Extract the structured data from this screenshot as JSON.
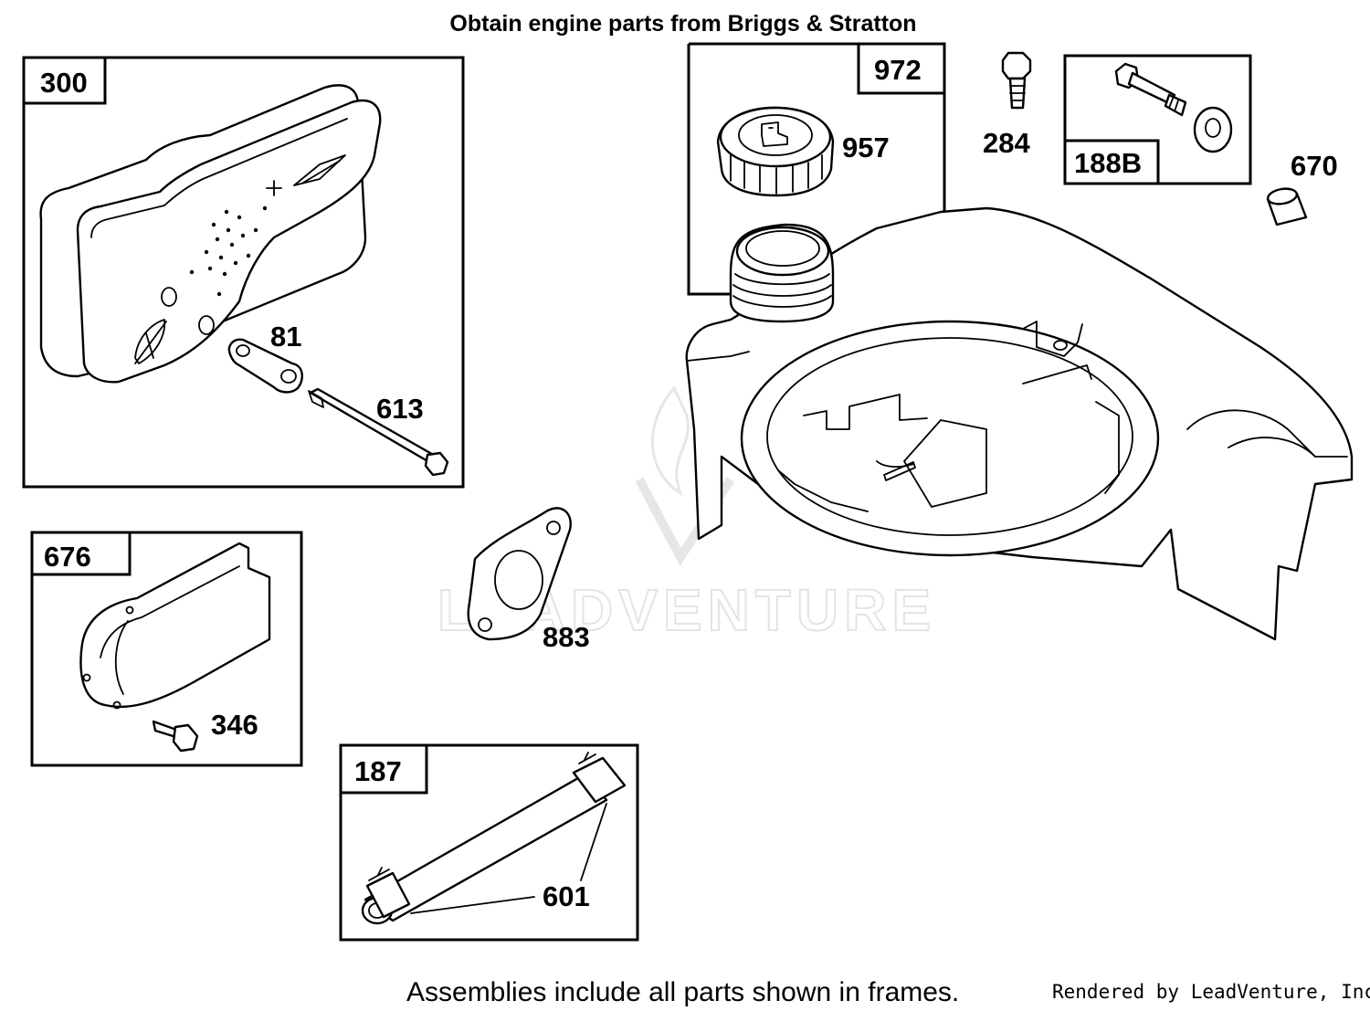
{
  "header": {
    "title": "Obtain engine parts from Briggs & Stratton"
  },
  "footer": {
    "note": "Assemblies include all parts shown in frames.",
    "rendered_by": "Rendered by LeadVenture, Inc."
  },
  "watermark": {
    "text": "LEADVENTURE"
  },
  "assemblies": {
    "muffler": "300",
    "fuel_cap_kit": "972",
    "screw_kit": "188B",
    "muffler_guard": "676",
    "fuel_line": "187"
  },
  "parts": {
    "deflector": "81",
    "screw_long": "613",
    "fuel_cap": "957",
    "screw_284": "284",
    "spacer": "670",
    "gasket": "883",
    "screw_346": "346",
    "clamp": "601"
  },
  "colors": {
    "ink": "#000000",
    "paper": "#ffffff",
    "watermark": "#e4e4e4"
  }
}
